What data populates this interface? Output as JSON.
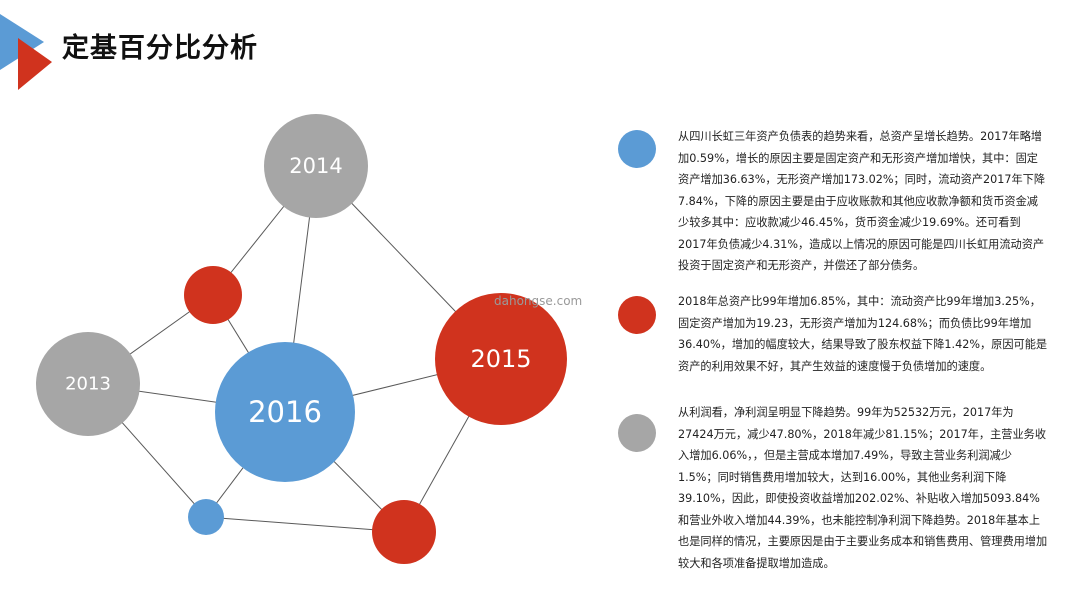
{
  "page": {
    "title": "定基百分比分析"
  },
  "colors": {
    "red": "#D0331E",
    "blue": "#5B9BD5",
    "gray": "#A6A6A6",
    "edge": "#595959"
  },
  "diagram": {
    "nodes": [
      {
        "id": "2014",
        "label": "2014",
        "color": "gray"
      },
      {
        "id": "2015",
        "label": "2015",
        "color": "red"
      },
      {
        "id": "2013",
        "label": "2013",
        "color": "gray"
      },
      {
        "id": "2016",
        "label": "2016",
        "color": "blue"
      },
      {
        "id": "small-red-top",
        "label": "",
        "color": "red"
      },
      {
        "id": "small-blue",
        "label": "",
        "color": "blue"
      },
      {
        "id": "red-bottom",
        "label": "",
        "color": "red"
      }
    ],
    "edges": [
      [
        "2014",
        "small-red-top"
      ],
      [
        "2014",
        "2016"
      ],
      [
        "2014",
        "2015"
      ],
      [
        "small-red-top",
        "2013"
      ],
      [
        "small-red-top",
        "2016"
      ],
      [
        "2013",
        "2016"
      ],
      [
        "2013",
        "small-blue"
      ],
      [
        "2016",
        "2015"
      ],
      [
        "2016",
        "small-blue"
      ],
      [
        "small-blue",
        "red-bottom"
      ],
      [
        "2016",
        "red-bottom"
      ],
      [
        "2015",
        "red-bottom"
      ]
    ]
  },
  "watermark": "dahongse.com",
  "paragraphs": [
    {
      "bullet": "blue",
      "text": "从四川长虹三年资产负债表的趋势来看，总资产呈增长趋势。2017年略增加0.59%，增长的原因主要是固定资产和无形资产增加增快，其中：固定资产增加36.63%，无形资产增加173.02%；同时，流动资产2017年下降7.84%，下降的原因主要是由于应收账款和其他应收款净额和货币资金减少较多其中：应收款减少46.45%，货币资金减少19.69%。还可看到2017年负债减少4.31%，造成以上情况的原因可能是四川长虹用流动资产投资于固定资产和无形资产，并偿还了部分债务。"
    },
    {
      "bullet": "red",
      "text": "2018年总资产比99年增加6.85%，其中：流动资产比99年增加3.25%，固定资产增加为19.23，无形资产增加为124.68%；而负债比99年增加36.40%，增加的幅度较大，结果导致了股东权益下降1.42%，原因可能是资产的利用效果不好，其产生效益的速度慢于负债增加的速度。"
    },
    {
      "bullet": "gray",
      "text": "从利润看，净利润呈明显下降趋势。99年为52532万元，2017年为27424万元，减少47.80%，2018年减少81.15%；2017年，主营业务收入增加6.06%，，但是主营成本增加7.49%，导致主营业务利润减少1.5%；同时销售费用增加较大，达到16.00%，其他业务利润下降39.10%，因此，即使投资收益增加202.02%、补贴收入增加5093.84%和营业外收入增加44.39%，也未能控制净利润下降趋势。2018年基本上也是同样的情况，主要原因是由于主要业务成本和销售费用、管理费用增加较大和各项准备提取增加造成。"
    }
  ]
}
